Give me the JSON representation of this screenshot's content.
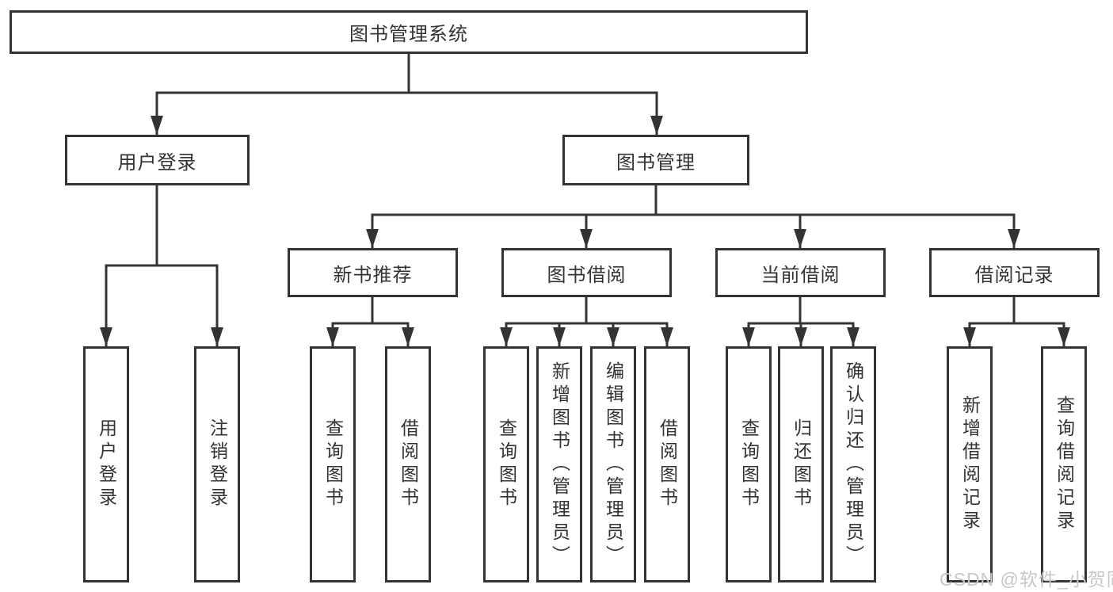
{
  "tree": {
    "root": {
      "label": "图书管理系统",
      "children": [
        {
          "label": "用户登录",
          "children": [
            {
              "label": "用户登录"
            },
            {
              "label": "注销登录"
            }
          ]
        },
        {
          "label": "图书管理",
          "children": [
            {
              "label": "新书推荐",
              "children": [
                {
                  "label": "查询图书"
                },
                {
                  "label": "借阅图书"
                }
              ]
            },
            {
              "label": "图书借阅",
              "children": [
                {
                  "label": "查询图书"
                },
                {
                  "label": "新增图书（管理员）"
                },
                {
                  "label": "编辑图书（管理员）"
                },
                {
                  "label": "借阅图书"
                }
              ]
            },
            {
              "label": "当前借阅",
              "children": [
                {
                  "label": "查询图书"
                },
                {
                  "label": "归还图书"
                },
                {
                  "label": "确认归还（管理员）"
                }
              ]
            },
            {
              "label": "借阅记录",
              "children": [
                {
                  "label": "新增借阅记录"
                },
                {
                  "label": "查询借阅记录"
                }
              ]
            }
          ]
        }
      ]
    }
  },
  "watermark": {
    "text": "CSDN @软件_小贺同学"
  },
  "colors": {
    "line": "#333333",
    "box_border": "#333333",
    "text": "#333333",
    "background": "#ffffff",
    "watermark": "#c8c8c8"
  }
}
